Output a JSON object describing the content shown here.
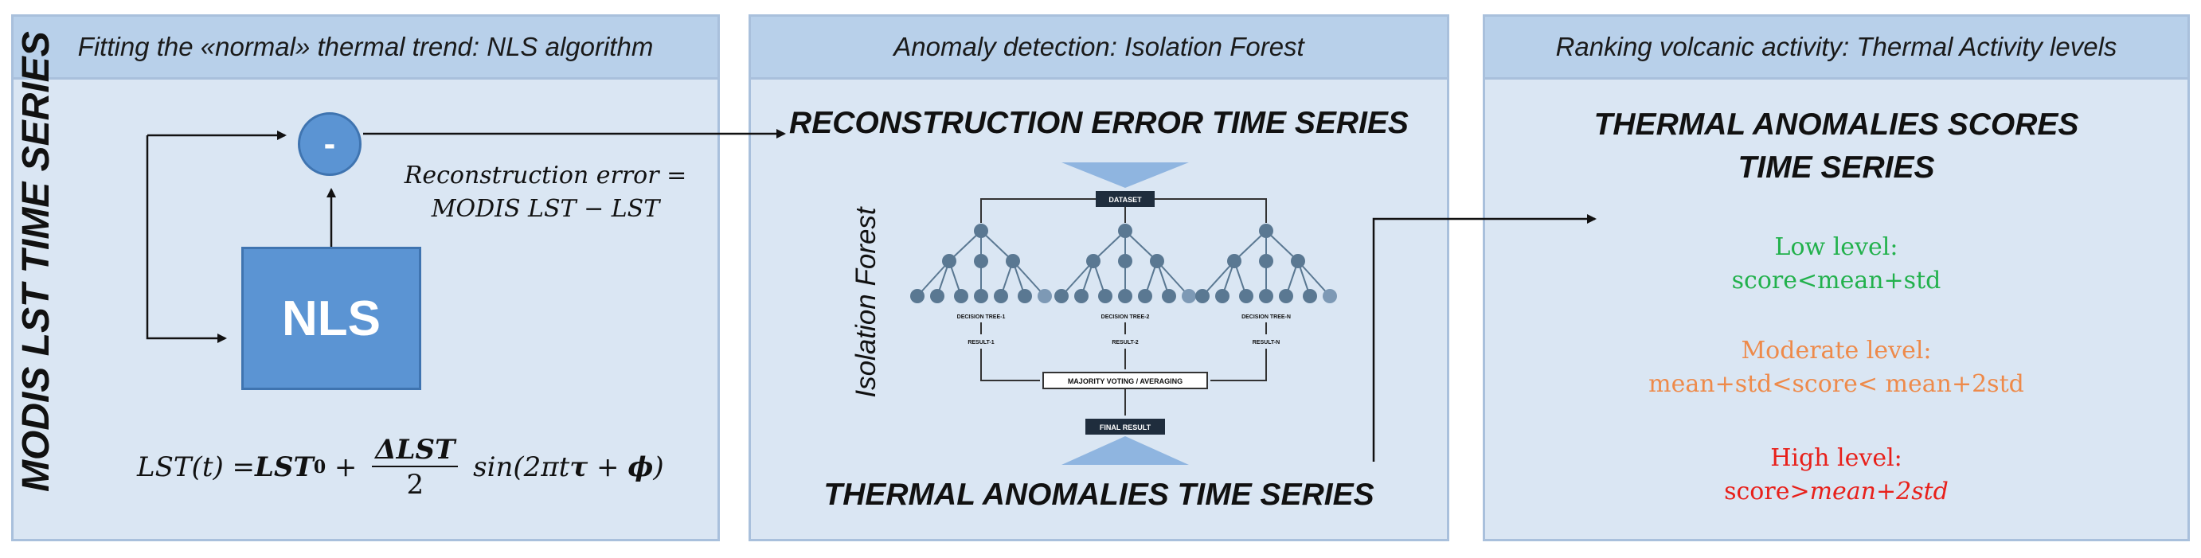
{
  "colors": {
    "panel_bg": "#dae6f3",
    "header_bg": "#b8d0ea",
    "node_fill": "#5b94d3",
    "tree_node": "#5a7892",
    "low": "#22b14c",
    "moderate": "#ee8a4a",
    "high": "#e8201a"
  },
  "panel1": {
    "header": "Fitting the «normal» thermal trend: NLS algorithm",
    "vertical_title": "MODIS LST TIME SERIES",
    "minus_symbol": "-",
    "nls_label": "NLS",
    "reconstruction_error_line1": "Reconstruction error =",
    "reconstruction_error_line2": "MODIS LST  − LST",
    "formula": {
      "lhs": "LST(t) = ",
      "lst0": "LST",
      "sub0": "0",
      "plus1": " + ",
      "numerator": "ΔLST",
      "denominator": "2",
      "rhs_a": " sin(2πt",
      "tau": "τ",
      "rhs_b": " + ",
      "phi": "ϕ",
      "rhs_c": ")"
    }
  },
  "panel2": {
    "header": "Anomaly detection: Isolation Forest",
    "top_title": "RECONSTRUCTION  ERROR TIME SERIES",
    "bottom_title": "THERMAL ANOMALIES TIME SERIES",
    "forest_label": "Isolation Forest",
    "dataset_label": "DATASET",
    "trees": [
      {
        "label": "DECISION TREE-1",
        "result": "RESULT-1"
      },
      {
        "label": "DECISION TREE-2",
        "result": "RESULT-2"
      },
      {
        "label": "DECISION TREE-N",
        "result": "RESULT-N"
      }
    ],
    "voting_label": "MAJORITY VOTING / AVERAGING",
    "final_label": "FINAL RESULT"
  },
  "panel3": {
    "header": "Ranking volcanic activity: Thermal Activity levels",
    "title_line1": "THERMAL ANOMALIES SCORES",
    "title_line2": "TIME SERIES",
    "low_title": "Low level:",
    "low_rule": "score<mean+std",
    "moderate_title": "Moderate level:",
    "moderate_rule": "mean+std<score< mean+2std",
    "high_title": "High level:",
    "high_rule_a": "score>",
    "high_rule_b": "mean+2std"
  }
}
